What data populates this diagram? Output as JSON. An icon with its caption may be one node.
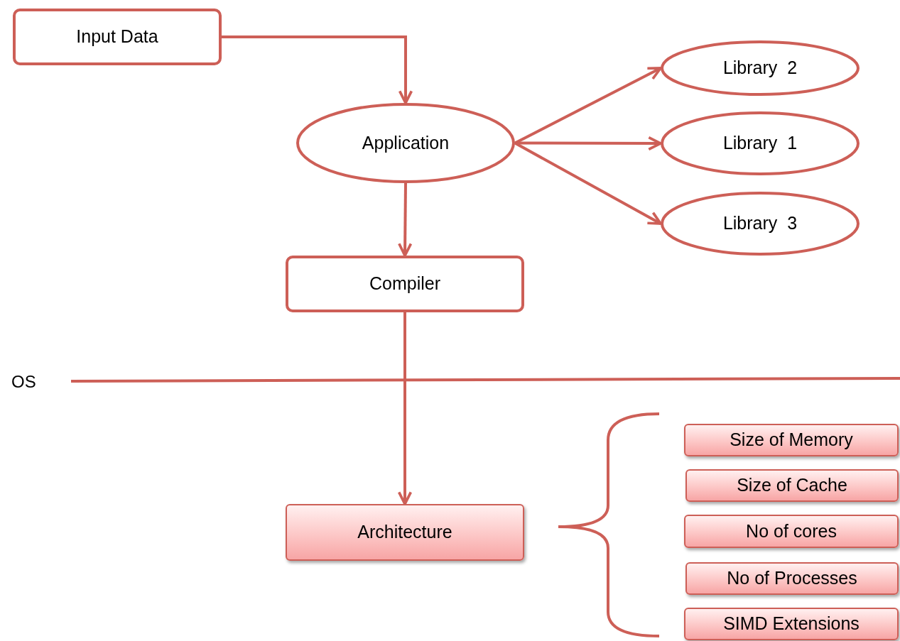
{
  "diagram": {
    "nodes": [
      {
        "text": [
          "Input Data"
        ]
      },
      {
        "text": [
          "Application"
        ]
      },
      {
        "text": [
          "Library  2"
        ]
      },
      {
        "text": [
          "Library  1"
        ]
      },
      {
        "text": [
          "Library  3"
        ]
      },
      {
        "text": [
          "Compiler"
        ]
      },
      {
        "text": [
          "Architecture"
        ]
      },
      {
        "text": [
          "Size of Memory"
        ]
      },
      {
        "text": [
          "Size of Cache"
        ]
      },
      {
        "text": [
          "No of cores"
        ]
      },
      {
        "text": [
          "No of Processes"
        ]
      },
      {
        "text": [
          "SIMD Extensions"
        ]
      }
    ],
    "edges": [
      {
        "from": 0,
        "to": 1,
        "arrow": "to"
      },
      {
        "from": 1,
        "to": 2,
        "arrow": "to"
      },
      {
        "from": 1,
        "to": 3,
        "arrow": "to"
      },
      {
        "from": 1,
        "to": 4,
        "arrow": "to"
      },
      {
        "from": 1,
        "to": 5,
        "arrow": "to"
      },
      {
        "from": 5,
        "to": 6,
        "arrow": "to"
      }
    ],
    "labels": [
      "OS"
    ]
  }
}
